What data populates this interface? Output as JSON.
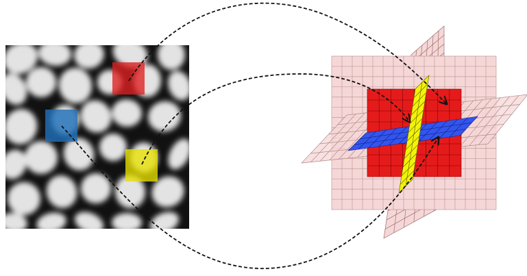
{
  "diagram": {
    "description_visible_text": "",
    "colors": {
      "background": "#ffffff",
      "texture_light": "#e6e6e6",
      "texture_dark": "#111111",
      "patch_red": "#e02020",
      "patch_blue": "#1f6fb8",
      "patch_yellow": "#e8e000",
      "plane_pink": "#f6d7d7",
      "plane_line": "#b88c8c",
      "core_red": "#e51b1b",
      "core_blue": "#3355ee",
      "core_yellow": "#f2f20a",
      "arrow": "#111111"
    },
    "patches": [
      {
        "id": "red",
        "color_key": "patch_red"
      },
      {
        "id": "blue",
        "color_key": "patch_blue"
      },
      {
        "id": "yellow",
        "color_key": "patch_yellow"
      }
    ],
    "connections": [
      {
        "from": "red",
        "to": "red-plane"
      },
      {
        "from": "yellow",
        "to": "yellow-plane"
      },
      {
        "from": "blue",
        "to": "blue-plane"
      }
    ]
  }
}
